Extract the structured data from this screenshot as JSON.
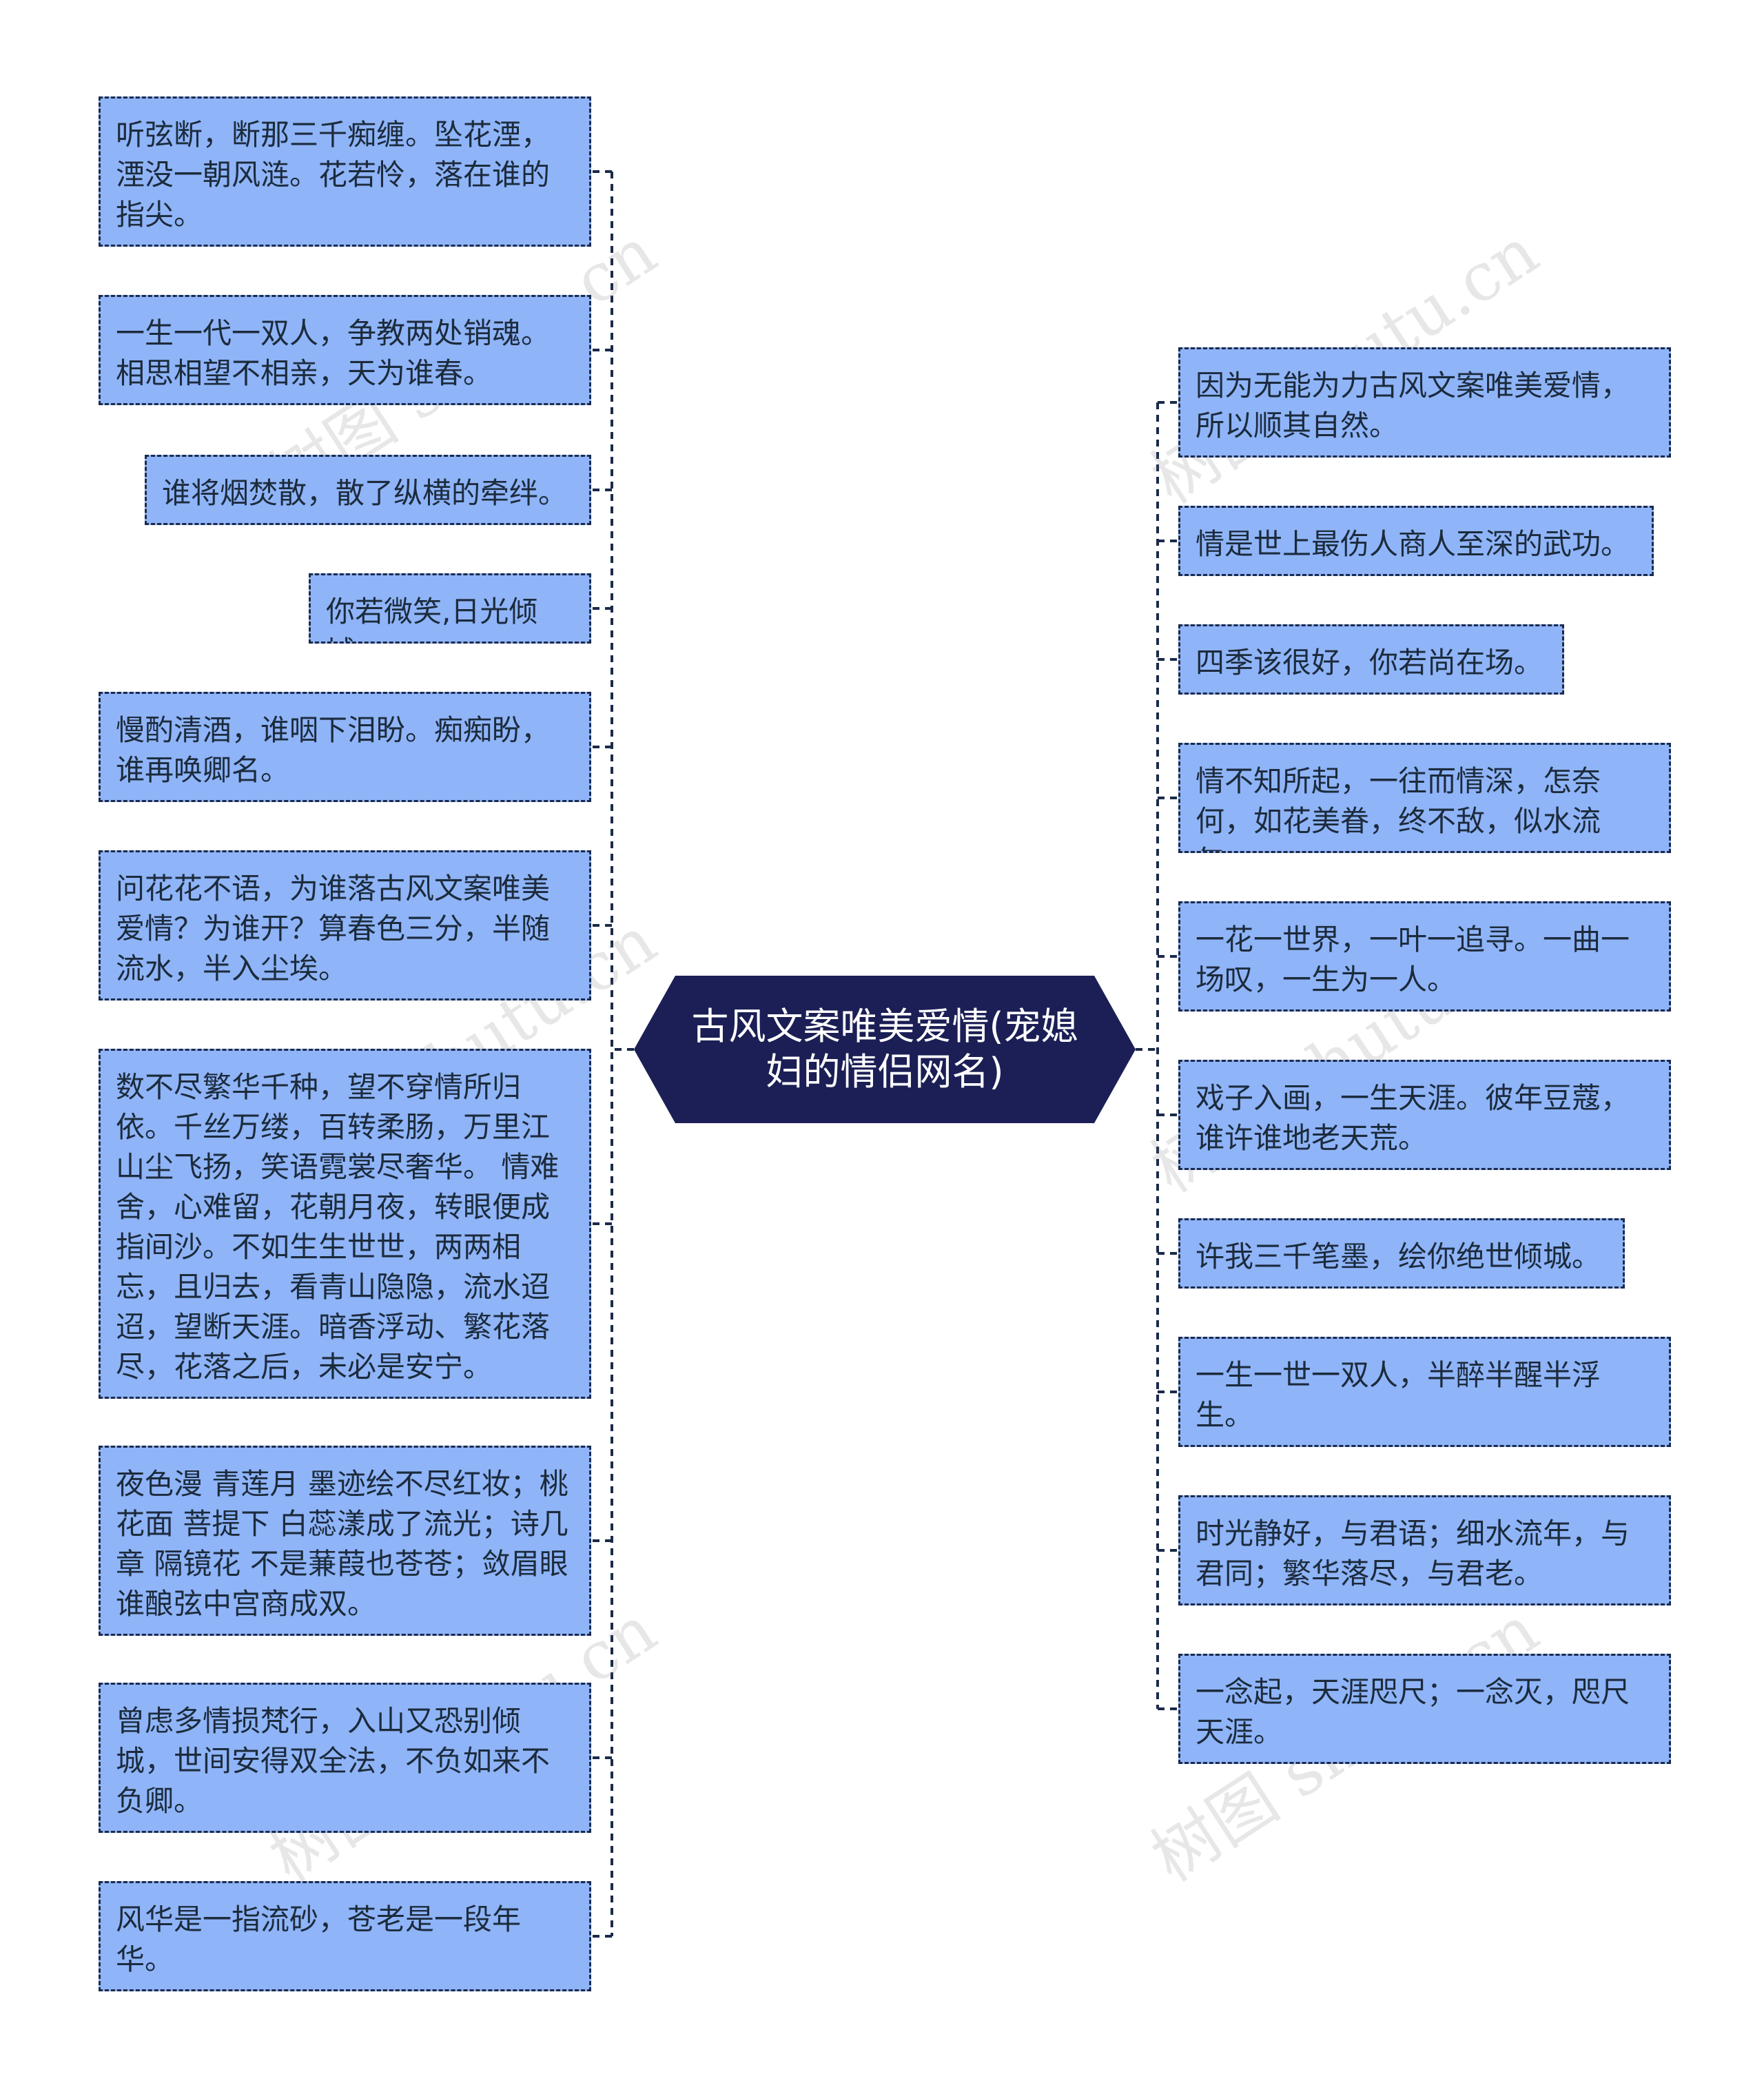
{
  "center": {
    "title": "古风文案唯美爱情(宠媳妇的情侣网名)",
    "fill": "#1b1f55",
    "text_color": "#ffffff"
  },
  "node_style": {
    "fill": "#8fb4f8",
    "border": "#1b2a4a",
    "text_color": "#1c2b3c"
  },
  "left": [
    "听弦断，断那三千痴缠。坠花湮，湮没一朝风涟。花若怜，落在谁的指尖。",
    "一生一代一双人，争教两处销魂。相思相望不相亲，天为谁春。",
    "谁将烟焚散，散了纵横的牵绊。",
    "你若微笑,日光倾城.",
    "慢酌清酒，谁咽下泪盼。痴痴盼，谁再唤卿名。",
    "问花花不语，为谁落古风文案唯美爱情？为谁开？算春色三分，半随流水，半入尘埃。",
    "数不尽繁华千种，望不穿情所归依。千丝万缕，百转柔肠，万里江山尘飞扬，笑语霓裳尽奢华。 情难舍，心难留，花朝月夜，转眼便成指间沙。不如生生世世，两两相忘，且归去，看青山隐隐，流水迢迢，望断天涯。暗香浮动、繁花落尽，花落之后，未必是安宁。",
    "夜色漫 青莲月 墨迹绘不尽红妆；桃花面 菩提下 白蕊漾成了流光；诗几章 隔镜花 不是蒹葭也苍苍；敛眉眼 谁酿弦中宫商成双。",
    "曾虑多情损梵行，入山又恐别倾城，世间安得双全法，不负如来不负卿。",
    "风华是一指流砂，苍老是一段年华。"
  ],
  "right": [
    "因为无能为力古风文案唯美爱情，所以顺其自然。",
    "情是世上最伤人商人至深的武功。",
    "四季该很好，你若尚在场。",
    "情不知所起，一往而情深，怎奈何，如花美眷，终不敌，似水流年。",
    "一花一世界，一叶一追寻。一曲一场叹，一生为一人。",
    "戏子入画，一生天涯。彼年豆蔻，谁许谁地老天荒。",
    "许我三千笔墨，绘你绝世倾城。",
    "一生一世一双人，半醉半醒半浮生。",
    "时光静好，与君语；细水流年，与君同；繁华落尽，与君老。",
    "一念起，天涯咫尺；一念灭，咫尺天涯。"
  ],
  "watermark": "树图 shutu.cn"
}
